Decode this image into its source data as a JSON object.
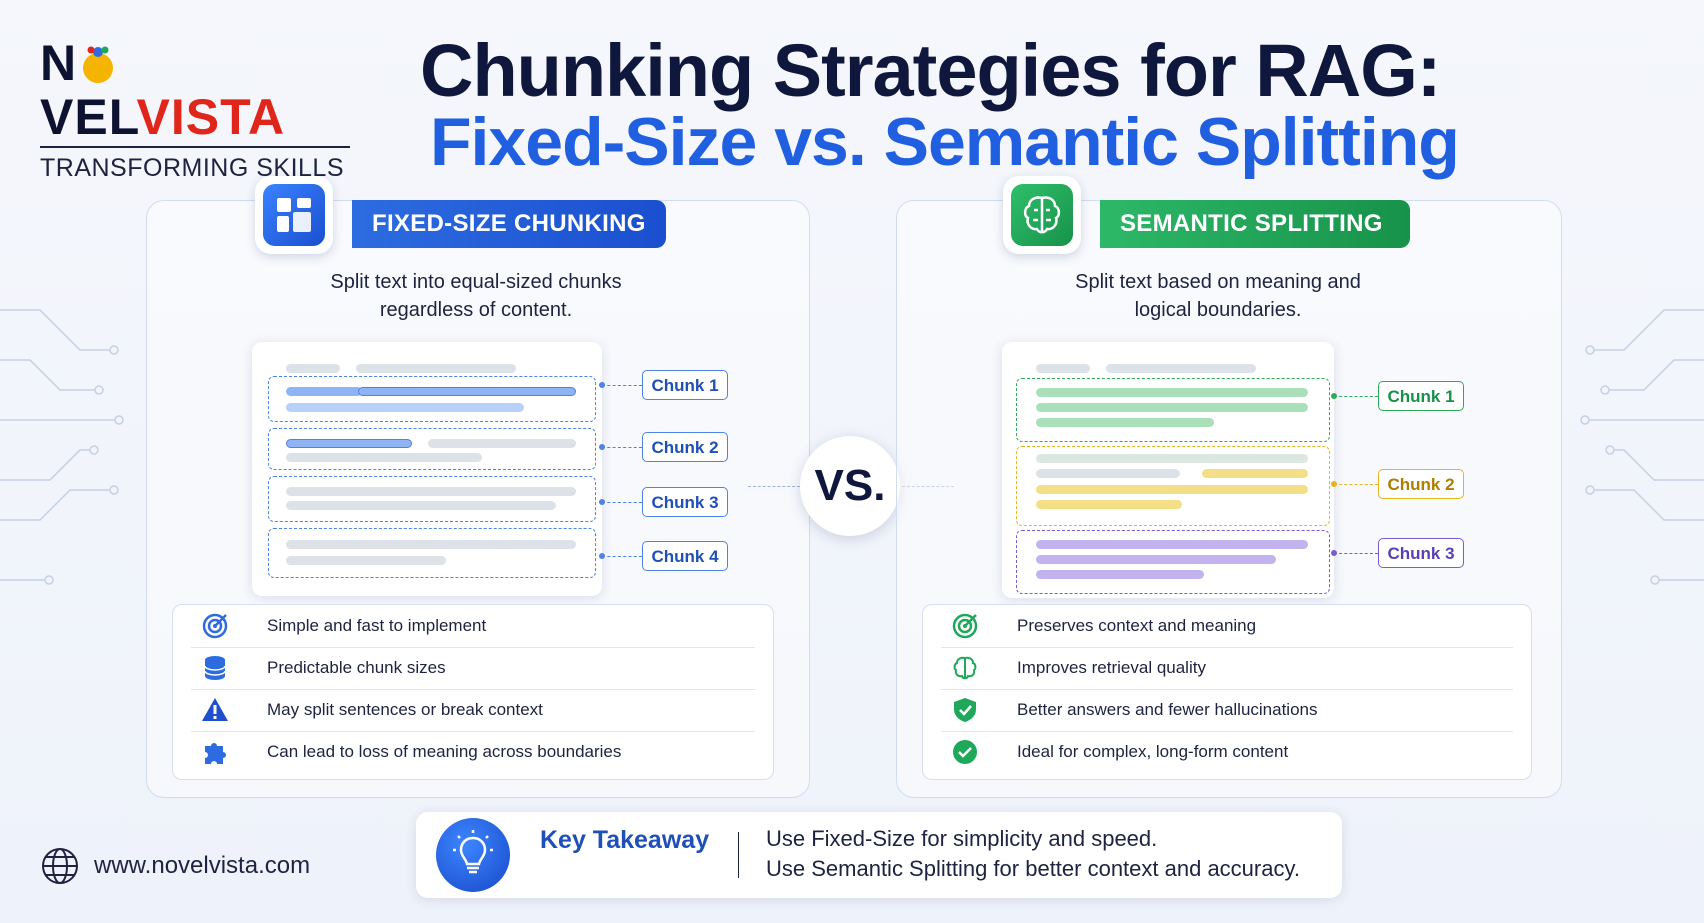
{
  "brand": {
    "name_prefix": "N",
    "name_mid": "VEL",
    "name_suffix": "VISTA",
    "tagline": "TRANSFORMING SKILLS",
    "website": "www.novelvista.com"
  },
  "title": {
    "line1": "Chunking Strategies for RAG:",
    "line2": "Fixed-Size vs. Semantic Splitting"
  },
  "vs_label": "VS.",
  "left": {
    "heading": "FIXED-SIZE CHUNKING",
    "description_line1": "Split text into equal-sized chunks",
    "description_line2": "regardless of content.",
    "chunks": [
      "Chunk 1",
      "Chunk 2",
      "Chunk 3",
      "Chunk 4"
    ],
    "points": [
      {
        "icon": "target-icon",
        "text": "Simple and fast to implement"
      },
      {
        "icon": "database-icon",
        "text": "Predictable chunk sizes"
      },
      {
        "icon": "warning-icon",
        "text": "May split sentences or break context"
      },
      {
        "icon": "puzzle-icon",
        "text": "Can lead to loss of meaning across boundaries"
      }
    ],
    "accent": "#1f5fe0"
  },
  "right": {
    "heading": "SEMANTIC SPLITTING",
    "description_line1": "Split text based on meaning and",
    "description_line2": "logical boundaries.",
    "chunks": [
      "Chunk 1",
      "Chunk 2",
      "Chunk 3"
    ],
    "points": [
      {
        "icon": "target-icon",
        "text": "Preserves context and meaning"
      },
      {
        "icon": "brain-icon",
        "text": "Improves retrieval quality"
      },
      {
        "icon": "shield-check-icon",
        "text": "Better answers and fewer hallucinations"
      },
      {
        "icon": "check-circle-icon",
        "text": "Ideal for complex, long-form content"
      }
    ],
    "accent": "#1fa85a",
    "chunk_colors": [
      "#2faa5a",
      "#e6b422",
      "#7b5ad6"
    ]
  },
  "takeaway": {
    "title": "Key Takeaway",
    "line1": "Use Fixed-Size for simplicity and speed.",
    "line2": "Use Semantic Splitting for better context and accuracy."
  }
}
